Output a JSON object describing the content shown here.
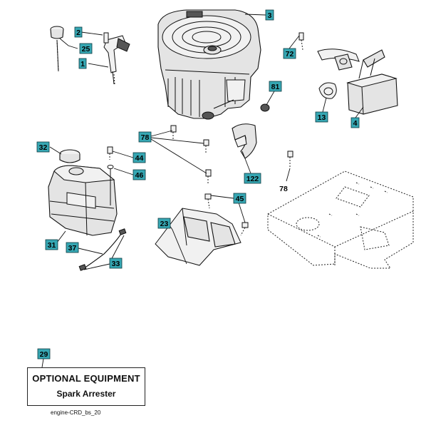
{
  "callouts": {
    "c2": "2",
    "c25": "25",
    "c1": "1",
    "c3": "3",
    "c72": "72",
    "c81": "81",
    "c13": "13",
    "c4": "4",
    "c78": "78",
    "c78b": "78",
    "c122": "122",
    "c32": "32",
    "c44": "44",
    "c46": "46",
    "c31": "31",
    "c37": "37",
    "c33": "33",
    "c45": "45",
    "c23": "23",
    "c29": "29"
  },
  "optional_box": {
    "title": "OPTIONAL EQUIPMENT",
    "item": "Spark Arrester"
  },
  "footer": {
    "reference": "engine-CRD_bs_20"
  },
  "colors": {
    "callout_fill": "#36a7b3",
    "line": "#111111",
    "part_fill": "#e4e4e4"
  }
}
